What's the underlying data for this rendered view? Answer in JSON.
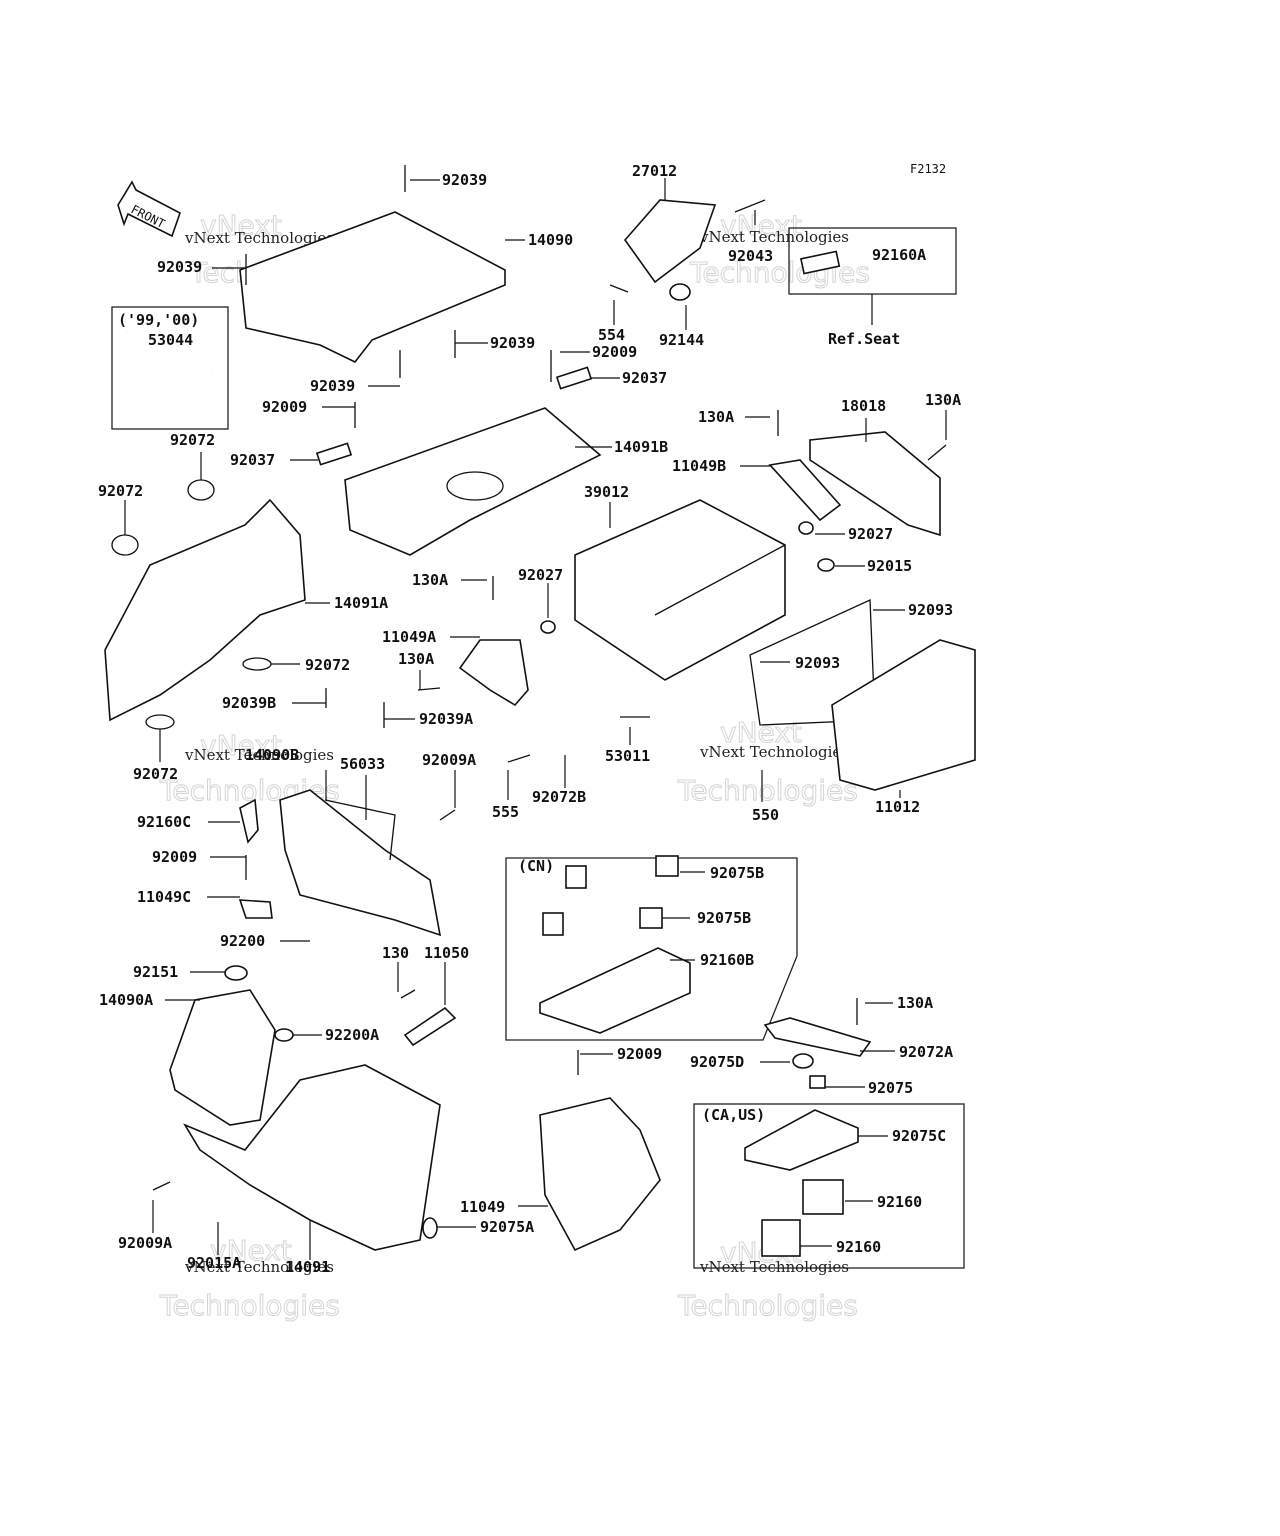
{
  "figure_id": "F2132",
  "front_label": "FRONT",
  "watermark": {
    "small": "vNext Technologies",
    "large": "Technologies",
    "large_prefix": "vNext"
  },
  "boxes": {
    "years": "('99,'00)",
    "ref_seat": "Ref.Seat",
    "cn": "(CN)",
    "ca_us": "(CA,US)"
  },
  "labels": [
    "92039",
    "14090",
    "92039",
    "53044",
    "92039",
    "92039",
    "92009",
    "92037",
    "92072",
    "92072",
    "14091A",
    "92072",
    "92039B",
    "92039A",
    "14090B",
    "56033",
    "92009A",
    "92072",
    "92160C",
    "92009",
    "11049C",
    "92200",
    "92151",
    "14090A",
    "92200A",
    "130",
    "11050",
    "92009A",
    "92015A",
    "14091",
    "27012",
    "92043",
    "554",
    "92144",
    "92160A",
    "92009",
    "92037",
    "14091B",
    "130A",
    "18018",
    "130A",
    "11049B",
    "39012",
    "92027",
    "130A",
    "92027",
    "92015",
    "11049A",
    "92093",
    "130A",
    "92093",
    "53011",
    "555",
    "92072B",
    "550",
    "11012",
    "92075B",
    "92075B",
    "92160B",
    "92009",
    "130A",
    "92072A",
    "92075D",
    "92075",
    "92075C",
    "92160",
    "11049",
    "92075A",
    "92160"
  ]
}
